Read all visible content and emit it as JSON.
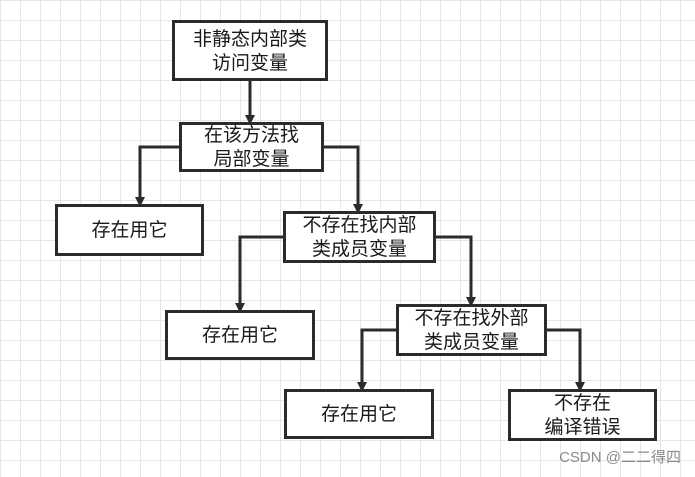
{
  "nodes": {
    "root": "非静态内部类\n访问变量",
    "local": "在该方法找\n局部变量",
    "use1": "存在用它",
    "inner": "不存在找内部\n类成员变量",
    "use2": "存在用它",
    "outer": "不存在找外部\n类成员变量",
    "use3": "存在用它",
    "error": "不存在\n编译错误"
  },
  "watermark": "CSDN @二二得四",
  "colors": {
    "stroke": "#2b2b2b",
    "grid": "#e6e6e6",
    "background": "#ffffff",
    "watermark": "#8a8a8a"
  }
}
